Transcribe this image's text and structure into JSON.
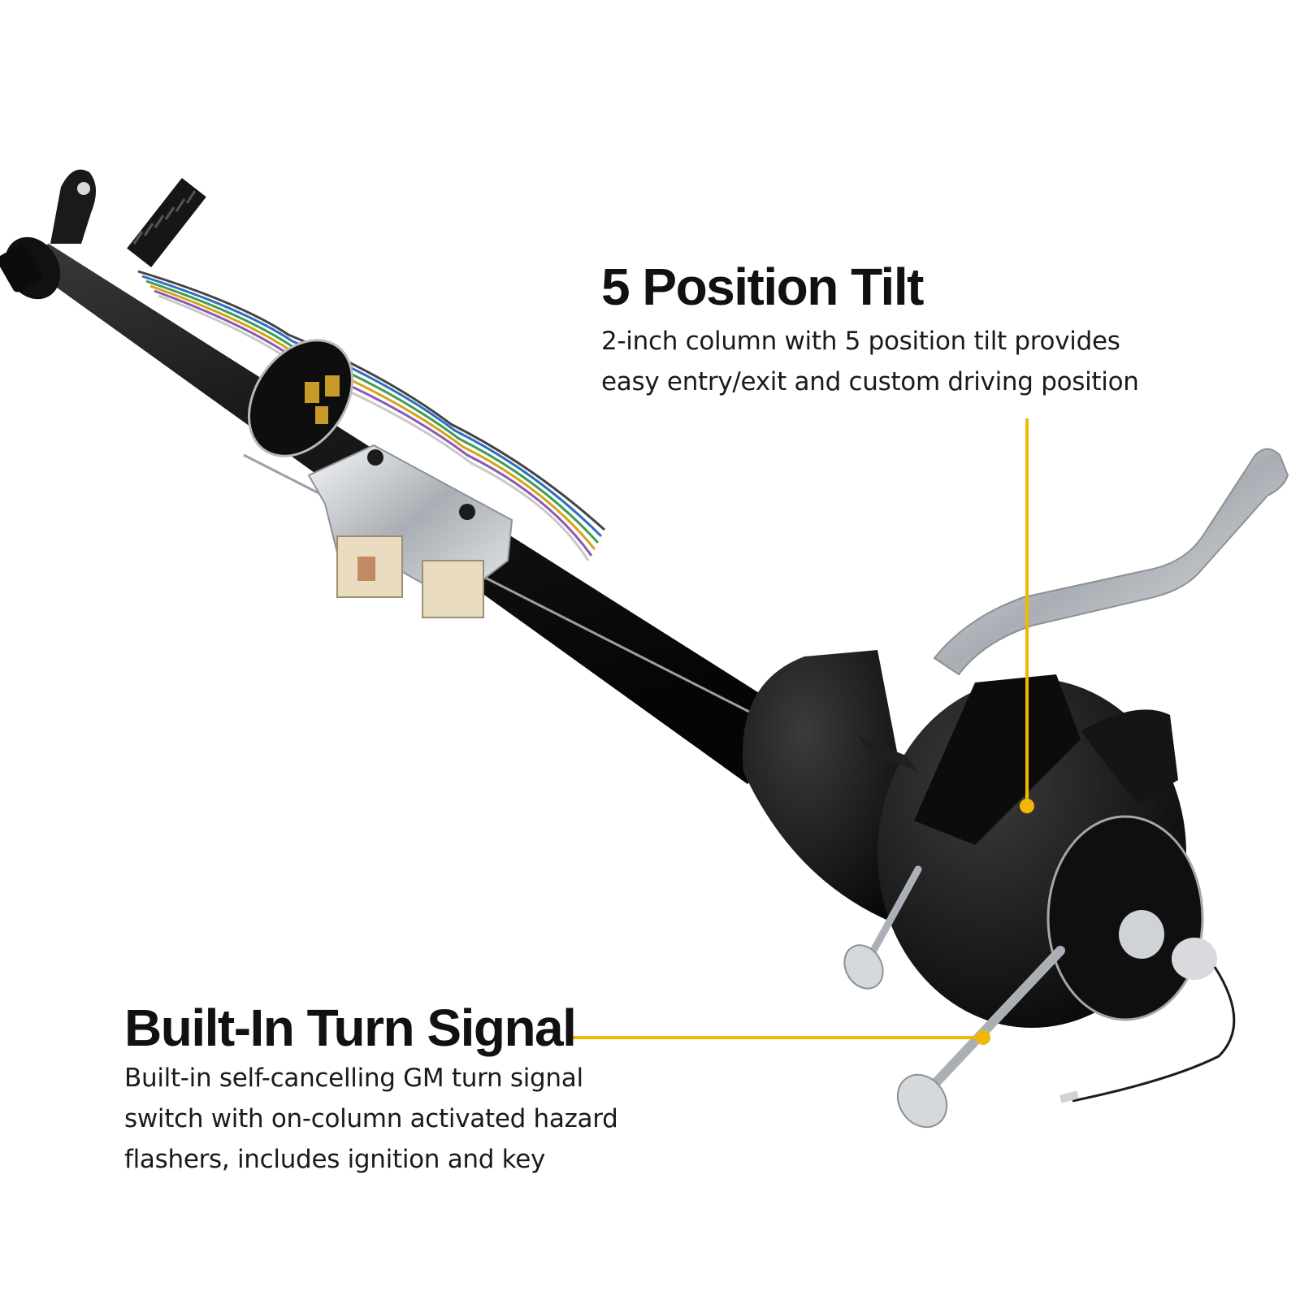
{
  "callouts": {
    "tilt": {
      "title": "5 Position Tilt",
      "description_lines": [
        "2-inch column with 5 position tilt provides",
        "easy entry/exit and custom driving position"
      ]
    },
    "turn_signal": {
      "title": "Built-In Turn Signal",
      "description_lines": [
        "Built-in self-cancelling GM turn signal",
        "switch with on-column activated hazard",
        "flashers, includes ignition and key"
      ]
    }
  },
  "colors": {
    "accent": "#F2B705",
    "column": "#151515",
    "chrome": "#C9CDD2",
    "background": "#FFFFFF"
  }
}
